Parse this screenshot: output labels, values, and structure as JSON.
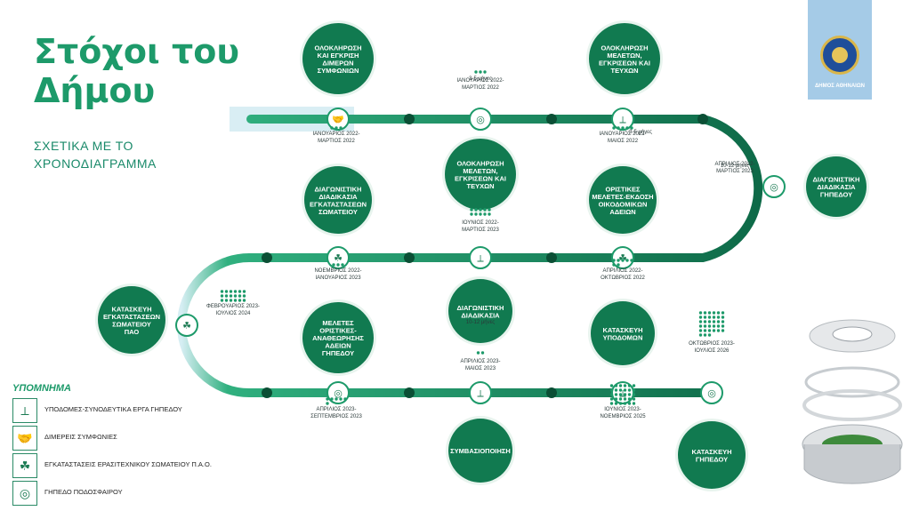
{
  "title": "Στόχοι του Δήμου",
  "subtitle": "ΣΧΕΤΙΚΑ ΜΕ ΤΟ ΧΡΟΝΟΔΙΑΓΡΑΜΜΑ",
  "logo_text": "ΔΗΜΟΣ ΑΘΗΝΑΙΩΝ",
  "colors": {
    "primary": "#1d9a6a",
    "dark": "#0d6a46",
    "light": "#2fb07a",
    "track_start": "#cfe6ef"
  },
  "legend": {
    "title": "ΥΠΟΜΝΗΜΑ",
    "items": [
      {
        "icon": "crane-icon",
        "glyph": "⟂",
        "label": "ΥΠΟΔΟΜΕΣ-ΣΥΝΟΔΕΥΤΙΚΑ ΕΡΓΑ ΓΗΠΕΔΟΥ"
      },
      {
        "icon": "handshake-icon",
        "glyph": "🤝",
        "label": "ΔΙΜΕΡΕΙΣ ΣΥΜΦΩΝΙΕΣ"
      },
      {
        "icon": "shamrock-icon",
        "glyph": "☘",
        "label": "ΕΓΚΑΤΑΣΤΑΣΕΙΣ ΕΡΑΣΙΤΕΧΝΙΚΟΥ ΣΩΜΑΤΕΙΟΥ Π.Α.Ο."
      },
      {
        "icon": "stadium-icon",
        "glyph": "◎",
        "label": "ΓΗΠΕΔΟ ΠΟΔΟΣΦΑΙΡΟΥ"
      }
    ]
  },
  "milestones": [
    {
      "id": "m1",
      "icon": "handshake",
      "date": [
        "ΙΑΝΟΥΑΡΙΟΣ 2022-",
        "ΜΑΡΤΙΟΣ 2022"
      ],
      "duration": "",
      "dots": 3,
      "goal": [
        "ΟΛΟΚΛΗΡΩΣΗ",
        "ΚΑΙ ΕΓΚΡΙΣΗ",
        "ΔΙΜΕΡΩΝ",
        "ΣΥΜΦΩΝΙΩΝ"
      ]
    },
    {
      "id": "m2",
      "icon": "stadium",
      "date": [
        "ΙΑΝΟΥΑΡΙΟΣ 2022-",
        "ΜΑΡΤΙΟΣ 2022"
      ],
      "duration": "3-5 μήνες",
      "dots": 3,
      "goal": [
        "ΟΛΟΚΛΗΡΩΣΗ",
        "ΜΕΛΕΤΩΝ,",
        "ΕΓΚΡΙΣΕΩΝ ΚΑΙ",
        "ΤΕΥΧΩΝ"
      ]
    },
    {
      "id": "m3",
      "icon": "crane",
      "date": [
        "ΙΑΝΟΥΑΡΙΟΣ 2022-",
        "ΜΑΙΟΣ 2022"
      ],
      "duration": "3-5 μήνες",
      "dots": 5,
      "goal": [
        "ΟΛΟΚΛΗΡΩΣΗ",
        "ΜΕΛΕΤΩΝ,",
        "ΕΓΚΡΙΣΕΩΝ ΚΑΙ",
        "ΤΕΥΧΩΝ"
      ]
    },
    {
      "id": "m4",
      "icon": "stadium",
      "date": [
        "ΑΠΡΙΛΙΟΣ 2022-",
        "ΜΑΡΤΙΟΣ 2023"
      ],
      "duration": "10-12 μήνες",
      "dots": 0,
      "goal": [
        "ΔΙΑΓΩΝΙΣΤΙΚΗ",
        "ΔΙΑΔΙΚΑΣΙΑ",
        "ΓΗΠΕΔΟΥ"
      ]
    },
    {
      "id": "m5",
      "icon": "shamrock",
      "date": [
        "ΑΠΡΙΛΙΟΣ 2022-",
        "ΟΚΤΩΒΡΙΟΣ 2022"
      ],
      "duration": "",
      "dots": 7,
      "goal": [
        "ΟΡΙΣΤΙΚΕΣ",
        "ΜΕΛΕΤΕΣ-ΕΚΔΟΣΗ",
        "ΟΙΚΟΔΟΜΙΚΩΝ",
        "ΑΔΕΙΩΝ"
      ]
    },
    {
      "id": "m6",
      "icon": "crane",
      "date": [
        "ΙΟΥΝΙΟΣ 2022-",
        "ΜΑΡΤΙΟΣ 2023"
      ],
      "duration": "",
      "dots": 10,
      "goal": []
    },
    {
      "id": "m7",
      "icon": "shamrock",
      "date": [
        "ΝΟΕΜΒΡΙΟΣ 2022-",
        "ΙΑΝΟΥΑΡΙΟΣ 2023"
      ],
      "duration": "",
      "dots": 3,
      "goal": [
        "ΔΙΑΓΩΝΙΣΤΙΚΗ",
        "ΔΙΑΔΙΚΑΣΙΑ",
        "ΕΓΚΑΤΑΣΤΑΣΕΩΝ",
        "ΣΩΜΑΤΕΙΟΥ"
      ]
    },
    {
      "id": "m8",
      "icon": "shamrock",
      "date": [
        "ΦΕΒΡΟΥΑΡΙΟΣ 2023-",
        "ΙΟΥΛΙΟΣ 2024"
      ],
      "duration": "",
      "dots": 18,
      "goal": [
        "ΚΑΤΑΣΚΕΥΗ",
        "ΕΓΚΑΤΑΣΤΑΣΕΩΝ",
        "ΣΩΜΑΤΕΙΟΥ",
        "ΠΑΟ"
      ]
    },
    {
      "id": "m9",
      "icon": "stadium",
      "date": [
        "ΑΠΡΙΛΙΟΣ 2023-",
        "ΣΕΠΤΕΜΒΡΙΟΣ 2023"
      ],
      "duration": "",
      "dots": 6,
      "goal": [
        "ΜΕΛΕΤΕΣ",
        "ΟΡΙΣΤΙΚΕΣ-",
        "ΑΝΑΘΕΩΡΗΣΗΣ",
        "ΑΔΕΙΩΝ",
        "ΓΗΠΕΔΟΥ"
      ]
    },
    {
      "id": "m10",
      "icon": "crane",
      "date": [
        "ΑΠΡΙΛΙΟΣ 2023-",
        "ΜΑΙΟΣ 2023"
      ],
      "duration": "10-12 μήνες",
      "dots": 2,
      "goal": [
        "ΔΙΑΓΩΝΙΣΤΙΚΗ",
        "ΔΙΑΔΙΚΑΣΙΑ"
      ],
      "goal2": [
        "ΣΥΜΒΑΣΙΟΠΟΙΗΣΗ"
      ]
    },
    {
      "id": "m11",
      "icon": "crane",
      "date": [
        "ΙΟΥΝΙΟΣ 2023-",
        "ΝΟΕΜΒΡΙΟΣ 2025"
      ],
      "duration": "",
      "dots": 30,
      "goal": [
        "ΚΑΤΑΣΚΕΥΗ",
        "ΥΠΟΔΟΜΩΝ"
      ]
    },
    {
      "id": "m12",
      "icon": "stadium",
      "date": [
        "ΟΚΤΩΒΡΙΟΣ 2023-",
        "ΙΟΥΛΙΟΣ 2026"
      ],
      "duration": "",
      "dots": 33,
      "goal": [
        "ΚΑΤΑΣΚΕΥΗ",
        "ΓΗΠΕΔΟΥ"
      ]
    }
  ]
}
